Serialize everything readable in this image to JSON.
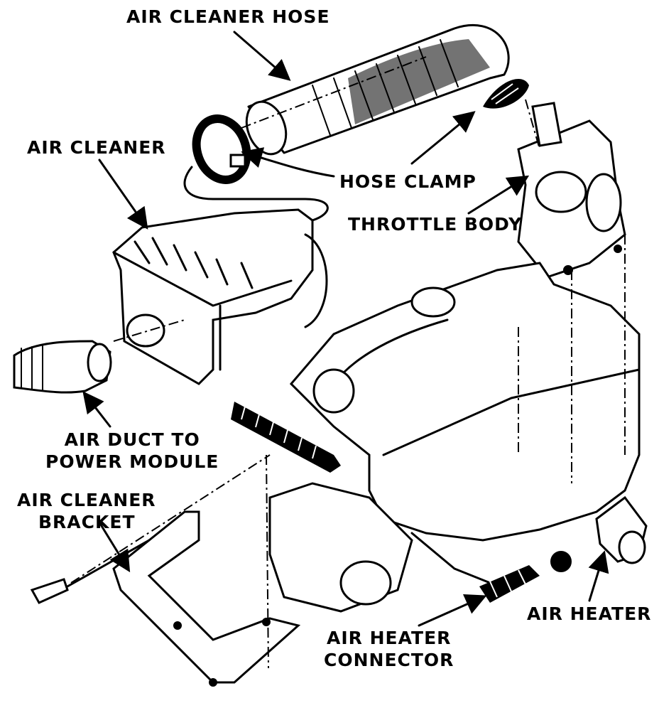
{
  "callouts": {
    "air_cleaner_hose": "AIR CLEANER HOSE",
    "air_cleaner": "AIR CLEANER",
    "hose_clamp": "HOSE CLAMP",
    "throttle_body": "THROTTLE BODY",
    "air_duct": [
      "AIR DUCT TO",
      "POWER MODULE"
    ],
    "air_cleaner_bracket": [
      "AIR CLEANER",
      "BRACKET"
    ],
    "air_heater_connector": [
      "AIR HEATER",
      "CONNECTOR"
    ],
    "air_heater": "AIR HEATER"
  }
}
